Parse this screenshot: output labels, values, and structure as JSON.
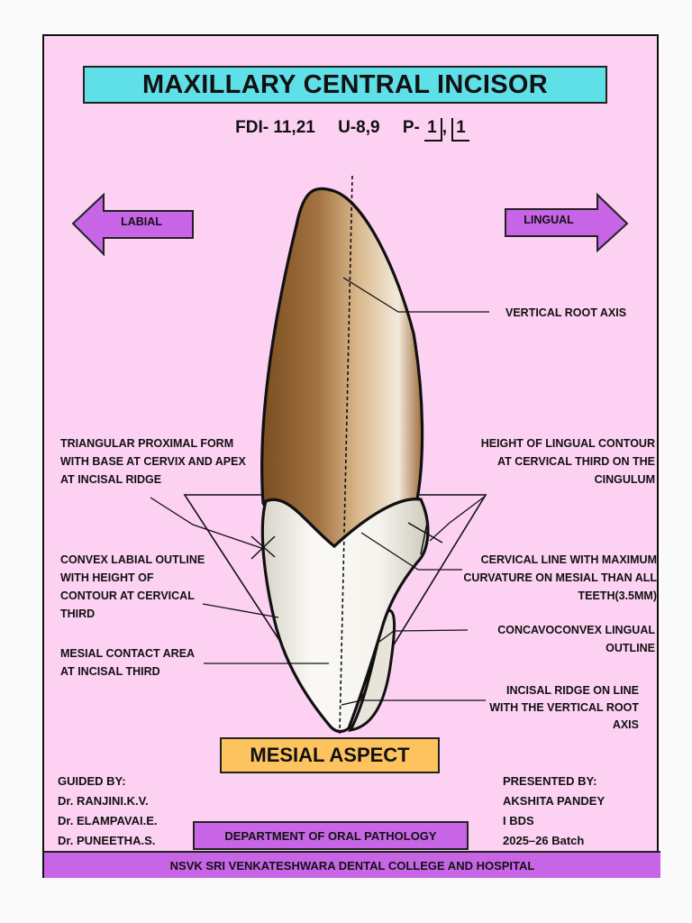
{
  "title": "MAXILLARY CENTRAL INCISOR",
  "codes": {
    "fdi": "FDI- 11,21",
    "universal": "U-8,9",
    "palmer_prefix": "P-",
    "palmer_right": "1",
    "palmer_sep": ",",
    "palmer_left": "1"
  },
  "directions": {
    "left": "LABIAL",
    "right": "LINGUAL"
  },
  "labels": {
    "vertical_root_axis": "VERTICAL ROOT AXIS",
    "triangular_form": [
      "TRIANGULAR PROXIMAL FORM",
      "WITH BASE AT CERVIX AND APEX",
      "AT INCISAL RIDGE"
    ],
    "height_lingual": [
      "HEIGHT OF LINGUAL CONTOUR",
      "AT CERVICAL THIRD ON THE",
      "CINGULUM"
    ],
    "convex_labial": [
      "CONVEX LABIAL OUTLINE",
      "WITH HEIGHT OF",
      "CONTOUR AT CERVICAL",
      "THIRD"
    ],
    "cervical_line": [
      "CERVICAL LINE WITH MAXIMUM",
      "CURVATURE ON MESIAL THAN ALL",
      "TEETH(3.5MM)"
    ],
    "concavoconvex": [
      "CONCAVOCONVEX LINGUAL",
      "OUTLINE"
    ],
    "mesial_contact": [
      "MESIAL CONTACT AREA",
      "AT INCISAL THIRD"
    ],
    "incisal_ridge": [
      "INCISAL RIDGE ON LINE",
      "WITH THE VERTICAL ROOT",
      "AXIS"
    ]
  },
  "aspect": "MESIAL ASPECT",
  "guided": {
    "heading": "GUIDED  BY:",
    "names": [
      "Dr. RANJINI.K.V.",
      "Dr. ELAMPAVAI.E.",
      "Dr. PUNEETHA.S."
    ]
  },
  "presented": {
    "heading": "PRESENTED BY:",
    "lines": [
      "AKSHITA PANDEY",
      "I BDS",
      "2025–26 Batch"
    ]
  },
  "department": "DEPARTMENT OF ORAL PATHOLOGY",
  "college": "NSVK SRI VENKATESHWARA DENTAL COLLEGE AND HOSPITAL",
  "colors": {
    "background": "#fcd1f2",
    "title_box": "#5fe0e8",
    "arrow": "#c765e6",
    "aspect_box": "#fcc35e",
    "root": "#a0703a",
    "crown": "#f4f1ea"
  }
}
